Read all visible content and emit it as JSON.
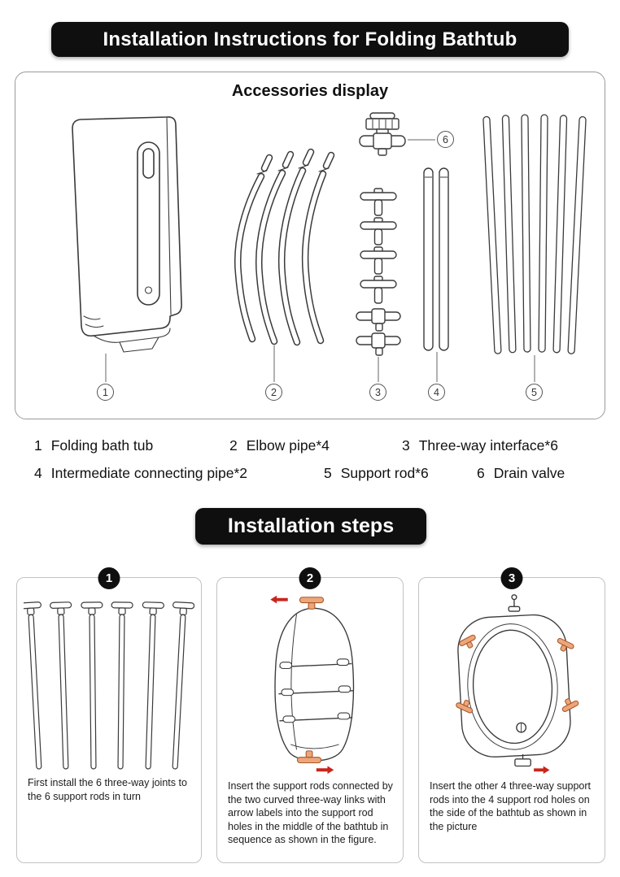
{
  "header": {
    "title": "Installation Instructions for Folding Bathtub"
  },
  "accessories": {
    "title": "Accessories display",
    "items": [
      {
        "num": "1",
        "label": "Folding bath tub",
        "illustration": "folding-bathtub-drawing"
      },
      {
        "num": "2",
        "label": "Elbow pipe*4",
        "illustration": "elbow-pipes-drawing"
      },
      {
        "num": "3",
        "label": "Three-way interface*6",
        "illustration": "three-way-interface-drawing"
      },
      {
        "num": "4",
        "label": "Intermediate connecting pipe*2",
        "illustration": "connecting-pipes-drawing"
      },
      {
        "num": "5",
        "label": "Support rod*6",
        "illustration": "support-rods-drawing"
      },
      {
        "num": "6",
        "label": "Drain valve",
        "illustration": "drain-valve-drawing"
      }
    ]
  },
  "steps": {
    "title": "Installation steps",
    "cards": [
      {
        "num": "1",
        "caption": "First install the 6 three-way joints to the 6 support rods in turn"
      },
      {
        "num": "2",
        "caption": "Insert the support rods connected by the two curved three-way links with arrow labels into the support rod holes in the middle of the bathtub in sequence as shown in the figure."
      },
      {
        "num": "3",
        "caption": "Insert the other 4 three-way support rods into the 4 support rod holes on the side of the bathtub as shown in the picture"
      }
    ]
  },
  "colors": {
    "banner_bg": "#0f0f0f",
    "line": "#3a3a3a",
    "connector_orange": "#eda679",
    "arrow_red": "#c9251c"
  }
}
